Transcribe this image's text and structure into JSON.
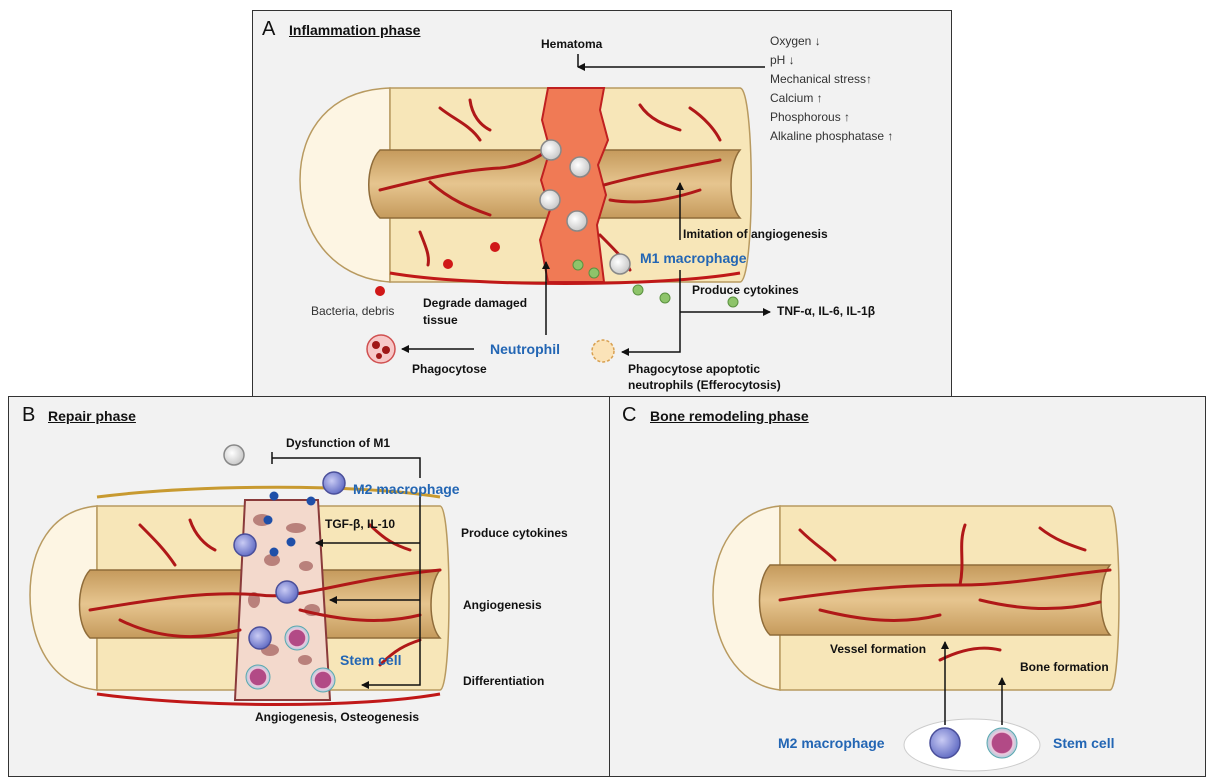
{
  "panels": {
    "A": {
      "letter": "A",
      "title": "Inflammation phase",
      "hematoma": "Hematoma",
      "conditions": [
        "Oxygen ↓",
        "pH ↓",
        "Mechanical stress↑",
        "Calcium ↑",
        "Phosphorous ↑",
        "Alkaline phosphatase ↑"
      ],
      "angio": "Imitation of angiogenesis",
      "m1": "M1 macrophage",
      "produce": "Produce cytokines",
      "cytokines": "TNF-α, IL-6, IL-1β",
      "bacteria": "Bacteria, debris",
      "degrade": [
        "Degrade damaged",
        "tissue"
      ],
      "neutrophil": "Neutrophil",
      "phagocytose": "Phagocytose",
      "efferocytosis": [
        "Phagocytose apoptotic",
        "neutrophils (Efferocytosis)"
      ]
    },
    "B": {
      "letter": "B",
      "title": "Repair phase",
      "dysfunction": "Dysfunction of M1",
      "m2": "M2 macrophage",
      "cytokines": "TGF-β, IL-10",
      "produce": "Produce cytokines",
      "angiogenesis": "Angiogenesis",
      "stem": "Stem cell",
      "differentiation": "Differentiation",
      "bottom": "Angiogenesis, Osteogenesis"
    },
    "C": {
      "letter": "C",
      "title": "Bone remodeling phase",
      "vessel": "Vessel formation",
      "bone": "Bone formation",
      "m2": "M2 macrophage",
      "stem": "Stem cell"
    }
  },
  "colors": {
    "panel_bg": "#f2f2f2",
    "bone": "#f7e6b8",
    "marrow": "#d9b377",
    "vessel": "#b01818",
    "hematoma": "#f07a55",
    "label_blue": "#2366b4"
  }
}
